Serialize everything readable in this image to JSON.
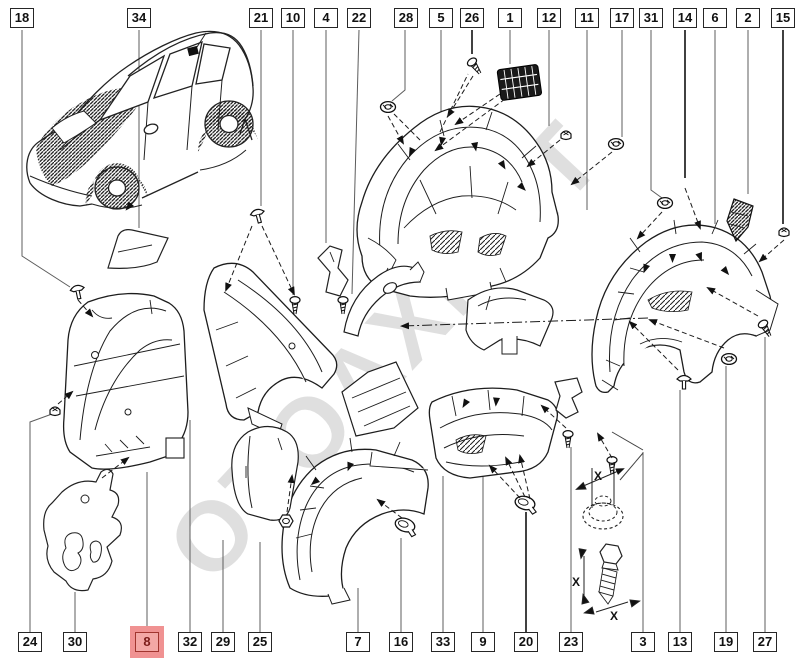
{
  "page": {
    "background": "#ffffff"
  },
  "watermark": {
    "text": "ОТОАХМЕТ",
    "color": "#cdcdcd"
  },
  "callouts": {
    "top": [
      {
        "label": "18"
      },
      {
        "label": "34"
      },
      {
        "label": "21"
      },
      {
        "label": "10"
      },
      {
        "label": "4"
      },
      {
        "label": "22"
      },
      {
        "label": "28"
      },
      {
        "label": "5"
      },
      {
        "label": "26"
      },
      {
        "label": "1"
      },
      {
        "label": "12"
      },
      {
        "label": "11"
      },
      {
        "label": "17"
      },
      {
        "label": "31"
      },
      {
        "label": "14"
      },
      {
        "label": "6"
      },
      {
        "label": "2"
      },
      {
        "label": "15"
      }
    ],
    "bottom": [
      {
        "label": "24"
      },
      {
        "label": "30"
      },
      {
        "label": "8",
        "highlighted": true
      },
      {
        "label": "32"
      },
      {
        "label": "29"
      },
      {
        "label": "25"
      },
      {
        "label": "7"
      },
      {
        "label": "16"
      },
      {
        "label": "33"
      },
      {
        "label": "9"
      },
      {
        "label": "20"
      },
      {
        "label": "23"
      },
      {
        "label": "3"
      },
      {
        "label": "13"
      },
      {
        "label": "19"
      },
      {
        "label": "27"
      }
    ],
    "highlight_color": "#f09292"
  },
  "fastener_detail": {
    "dim_labels": [
      "X",
      "X",
      "X"
    ]
  }
}
